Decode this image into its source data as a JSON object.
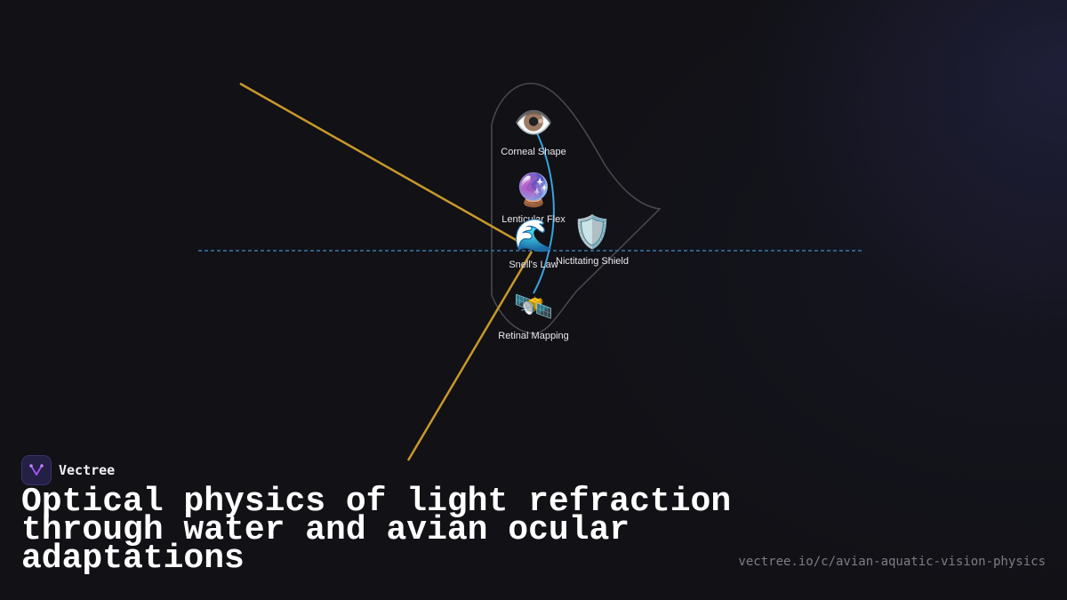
{
  "diagram": {
    "nodes": [
      {
        "id": "corneal-shape",
        "icon": "eye-icon",
        "emoji": "👁️",
        "label": "Corneal Shape"
      },
      {
        "id": "lenticular-flex",
        "icon": "crystal-ball-icon",
        "emoji": "🔮",
        "label": "Lenticular Flex"
      },
      {
        "id": "snells-law",
        "icon": "water-wave-icon",
        "emoji": "🌊",
        "label": "Snell's Law"
      },
      {
        "id": "nictitating-shield",
        "icon": "shield-icon",
        "emoji": "🛡️",
        "label": "Nictitating Shield"
      },
      {
        "id": "retinal-mapping",
        "icon": "satellite-icon",
        "emoji": "🛰️",
        "label": "Retinal Mapping"
      }
    ],
    "colors": {
      "incident_ray": "#c9982a",
      "water_surface": "#2f5f86",
      "optic_path": "#3ba3dd",
      "eye_outline": "#4a4a52"
    }
  },
  "brand": {
    "name": "Vectree",
    "logo_icon": "vectree-logo-icon"
  },
  "title": "Optical physics of light refraction through water and avian ocular adaptations",
  "url": "vectree.io/c/avian-aquatic-vision-physics"
}
